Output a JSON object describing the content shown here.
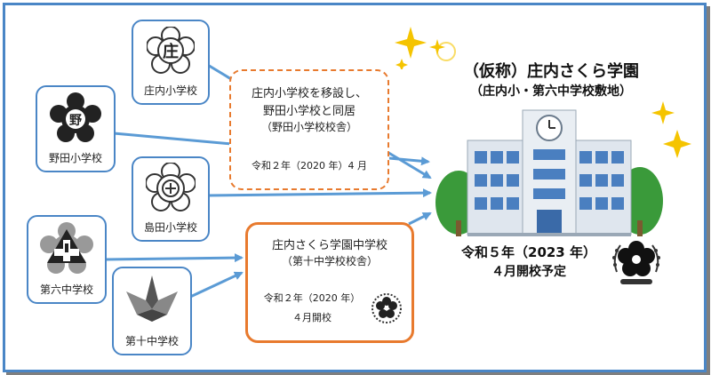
{
  "schools": {
    "shonai": {
      "name": "庄内小学校"
    },
    "noda": {
      "name": "野田小学校"
    },
    "shimada": {
      "name": "島田小学校"
    },
    "dairoku": {
      "name": "第六中学校"
    },
    "daijuu": {
      "name": "第十中学校"
    }
  },
  "box_relocation": {
    "line1": "庄内小学校を移設し、",
    "line2": "野田小学校と同居",
    "line3": "（野田小学校校舎）",
    "date": "令和２年（2020 年）4 月"
  },
  "box_junior": {
    "line1": "庄内さくら学園中学校",
    "line2": "（第十中学校校舎）",
    "date1": "令和２年（2020 年）",
    "date2": "４月開校"
  },
  "gakuen": {
    "title": "（仮称）庄内さくら学園",
    "subtitle": "（庄内小・第六中学校敷地）",
    "open_date": "令和５年（2023 年）",
    "open_note": "４月開校予定"
  },
  "colors": {
    "frame": "#4a86c6",
    "arrow": "#5b9bd5",
    "box_border": "#e87a2e"
  },
  "icons": [
    "shonai-emblem-icon",
    "noda-emblem-icon",
    "shimada-emblem-icon",
    "dairoku-emblem-icon",
    "daijuu-emblem-icon",
    "school-building-icon",
    "sakura-emblem-icon",
    "sparkle-icon"
  ]
}
